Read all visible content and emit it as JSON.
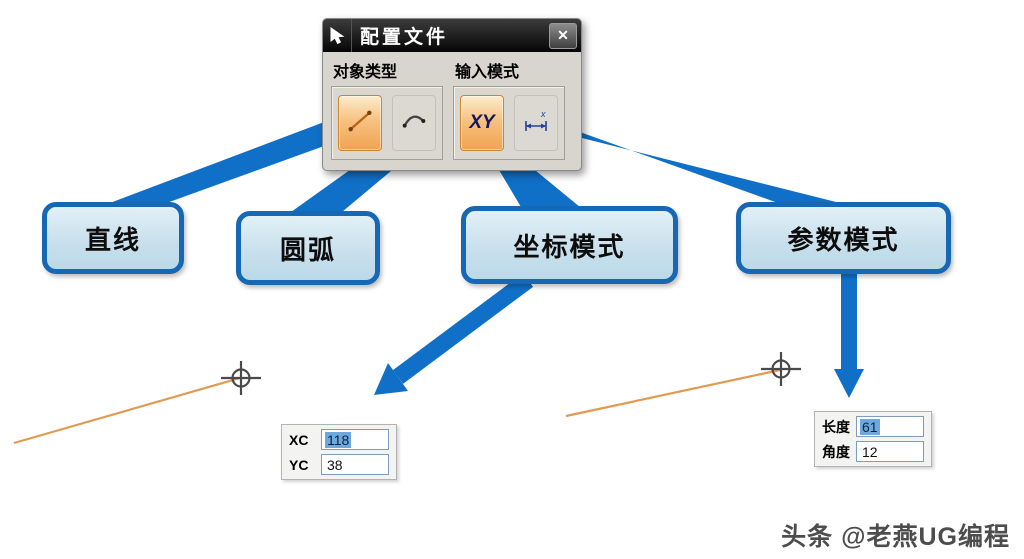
{
  "dialog": {
    "title": "配置文件",
    "close_glyph": "✕",
    "groups": [
      {
        "label": "对象类型",
        "buttons": [
          {
            "id": "line",
            "selected": true
          },
          {
            "id": "arc",
            "selected": false
          }
        ]
      },
      {
        "label": "输入模式",
        "buttons": [
          {
            "id": "xy",
            "label": "XY",
            "selected": true
          },
          {
            "id": "parameter",
            "selected": false
          }
        ]
      }
    ]
  },
  "callouts": [
    {
      "label": "直线"
    },
    {
      "label": "圆弧"
    },
    {
      "label": "坐标模式"
    },
    {
      "label": "参数模式"
    }
  ],
  "coord_tracker": {
    "rows": [
      {
        "label": "XC",
        "value": "118",
        "selected": true
      },
      {
        "label": "YC",
        "value": "38",
        "selected": false
      }
    ]
  },
  "param_tracker": {
    "rows": [
      {
        "label": "长度",
        "value": "61",
        "selected": true
      },
      {
        "label": "角度",
        "value": "12",
        "selected": false
      }
    ]
  },
  "watermark": {
    "text": "头条 @老燕UG编程"
  },
  "colors": {
    "arrow_blue": "#1070c8",
    "callout_border": "#1668b5",
    "callout_fill": "#cfe4ef",
    "selected_button_orange": "#f0a452",
    "sketch_line_orange": "#e29a50",
    "selection_blue": "#6fa8dc"
  }
}
